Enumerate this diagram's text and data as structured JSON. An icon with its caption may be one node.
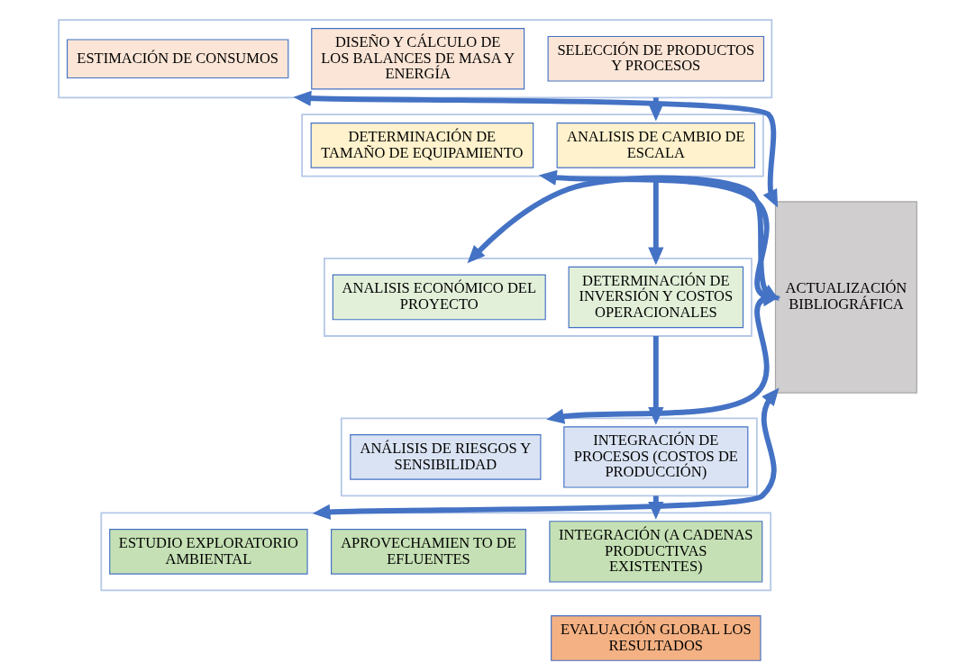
{
  "diagram": {
    "nodes": [
      {
        "text": [],
        "shape": "band"
      },
      {
        "text": [
          "SELECCIÓN DE PRODUCTOS Y PROCESOS"
        ],
        "in": 0
      },
      {
        "text": [
          "DISEÑO Y CÁLCULO DE LOS BALANCES DE MASA Y ENERGÍA"
        ],
        "in": 0
      },
      {
        "text": [
          "ESTIMACIÓN DE CONSUMOS"
        ],
        "in": 0
      },
      {
        "text": [],
        "shape": "band"
      },
      {
        "text": [
          "ANALISIS DE CAMBIO DE ESCALA"
        ],
        "in": 4
      },
      {
        "text": [
          "DETERMINACIÓN DE TAMAÑO DE EQUIPAMIENTO"
        ],
        "in": 4
      },
      {
        "text": [],
        "shape": "band"
      },
      {
        "text": [
          "DETERMINACIÓN DE INVERSIÓN Y COSTOS OPERACIONALES"
        ],
        "in": 7
      },
      {
        "text": [
          "ANALISIS ECONÓMICO DEL PROYECTO"
        ],
        "in": 7
      },
      {
        "text": [],
        "shape": "band"
      },
      {
        "text": [
          "INTEGRACIÓN DE PROCESOS (COSTOS DE PRODUCCIÓN)"
        ],
        "in": 10
      },
      {
        "text": [
          "ANÁLISIS DE RIESGOS Y SENSIBILIDAD"
        ],
        "in": 10
      },
      {
        "text": [],
        "shape": "band"
      },
      {
        "text": [
          "INTEGRACIÓN (A CADENAS PRODUCTIVAS EXISTENTES)"
        ],
        "in": 13
      },
      {
        "text": [
          "APROVECHAMIEN TO DE EFLUENTES"
        ],
        "in": 13
      },
      {
        "text": [
          "ESTUDIO EXPLORATORIO AMBIENTAL"
        ],
        "in": 13
      },
      {
        "text": [
          "EVALUACIÓN GLOBAL LOS RESULTADOS"
        ]
      },
      {
        "text": [
          "ACTUALIZACIÓN BIBLIOGRÁFICA"
        ]
      }
    ],
    "edges": [
      {
        "from": 0,
        "to": 4,
        "arrow": "to"
      },
      {
        "from": 4,
        "to": 7,
        "arrow": "to"
      },
      {
        "from": 7,
        "to": 10,
        "arrow": "to"
      },
      {
        "from": 10,
        "to": 13,
        "arrow": "to"
      },
      {
        "from": 0,
        "to": 18,
        "arrow": "both"
      },
      {
        "from": 4,
        "to": 18,
        "arrow": "both"
      },
      {
        "from": 7,
        "to": 18,
        "arrow": "both"
      },
      {
        "from": 10,
        "to": 18,
        "arrow": "both"
      },
      {
        "from": 13,
        "to": 18,
        "arrow": "both"
      }
    ]
  }
}
